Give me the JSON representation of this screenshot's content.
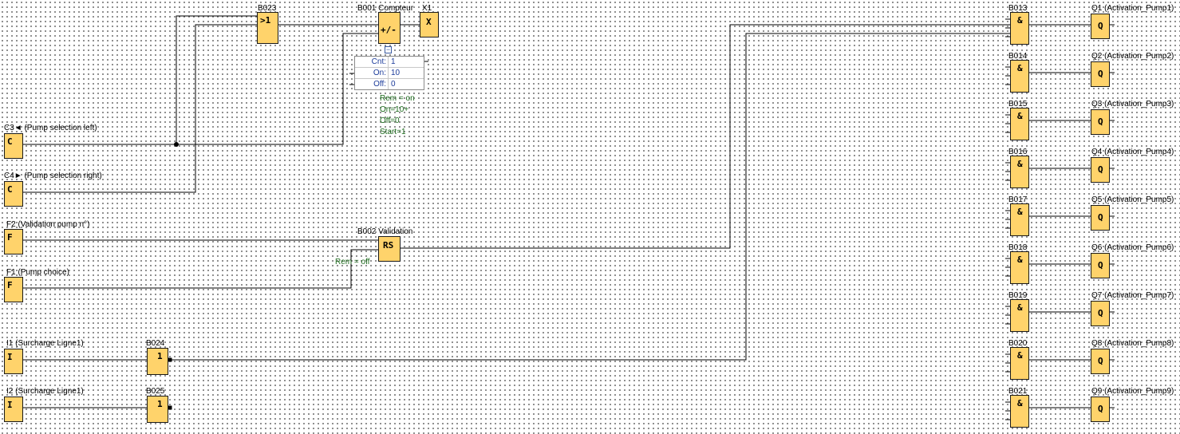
{
  "inputs": {
    "c3": {
      "label": "C3◄ (Pump selection left)",
      "sym": "C"
    },
    "c4": {
      "label": "C4► (Pump selection right)",
      "sym": "C"
    },
    "f2": {
      "label": "F2 (Validation pump n°)",
      "sym": "F"
    },
    "f1": {
      "label": "F1 (Pump choice)",
      "sym": "F"
    },
    "i1": {
      "label": "I1 (Surcharge Ligne1)",
      "sym": "I"
    },
    "i2": {
      "label": "I2 (Surcharge Ligne1)",
      "sym": "I"
    }
  },
  "blocks": {
    "b023": {
      "label": "B023",
      "sym": ">1"
    },
    "b001": {
      "label": "B001 Compteur",
      "sym": "+/-"
    },
    "x1": {
      "label": "X1",
      "sym": "X"
    },
    "b002": {
      "label": "B002 Validation",
      "sym": "RS",
      "note": "Rem = off"
    },
    "b024": {
      "label": "B024",
      "sym": "1"
    },
    "b025": {
      "label": "B025",
      "sym": "1"
    }
  },
  "counter_params": {
    "rows": [
      {
        "name": "Cnt:",
        "value": "1"
      },
      {
        "name": "On:",
        "value": "10"
      },
      {
        "name": "Off:",
        "value": "0"
      }
    ],
    "notes": [
      "Rem = on",
      "On=10+",
      "Off=0",
      "Start=1"
    ],
    "collapse_icon": "−"
  },
  "and_gates": [
    {
      "label": "B013",
      "sym": "&"
    },
    {
      "label": "B014",
      "sym": "&"
    },
    {
      "label": "B015",
      "sym": "&"
    },
    {
      "label": "B016",
      "sym": "&"
    },
    {
      "label": "B017",
      "sym": "&"
    },
    {
      "label": "B018",
      "sym": "&"
    },
    {
      "label": "B019",
      "sym": "&"
    },
    {
      "label": "B020",
      "sym": "&"
    },
    {
      "label": "B021",
      "sym": "&"
    }
  ],
  "outputs": [
    {
      "label": "Q1 (Activation_Pump1)",
      "sym": "Q"
    },
    {
      "label": "Q2 (Activation_Pump2)",
      "sym": "Q"
    },
    {
      "label": "Q3 (Activation_Pump3)",
      "sym": "Q"
    },
    {
      "label": "Q4 (Activation_Pump4)",
      "sym": "Q"
    },
    {
      "label": "Q5 (Activation_Pump5)",
      "sym": "Q"
    },
    {
      "label": "Q6 (Activation_Pump6)",
      "sym": "Q"
    },
    {
      "label": "Q7 (Activation_Pump7)",
      "sym": "Q"
    },
    {
      "label": "Q8 (Activation_Pump8)",
      "sym": "Q"
    },
    {
      "label": "Q9 (Activation_Pump9)",
      "sym": "Q"
    }
  ],
  "colors": {
    "block_fill": "#ffd36b",
    "wire": "#000000",
    "note": "#1c6b1c",
    "param": "#1a3a9a"
  }
}
